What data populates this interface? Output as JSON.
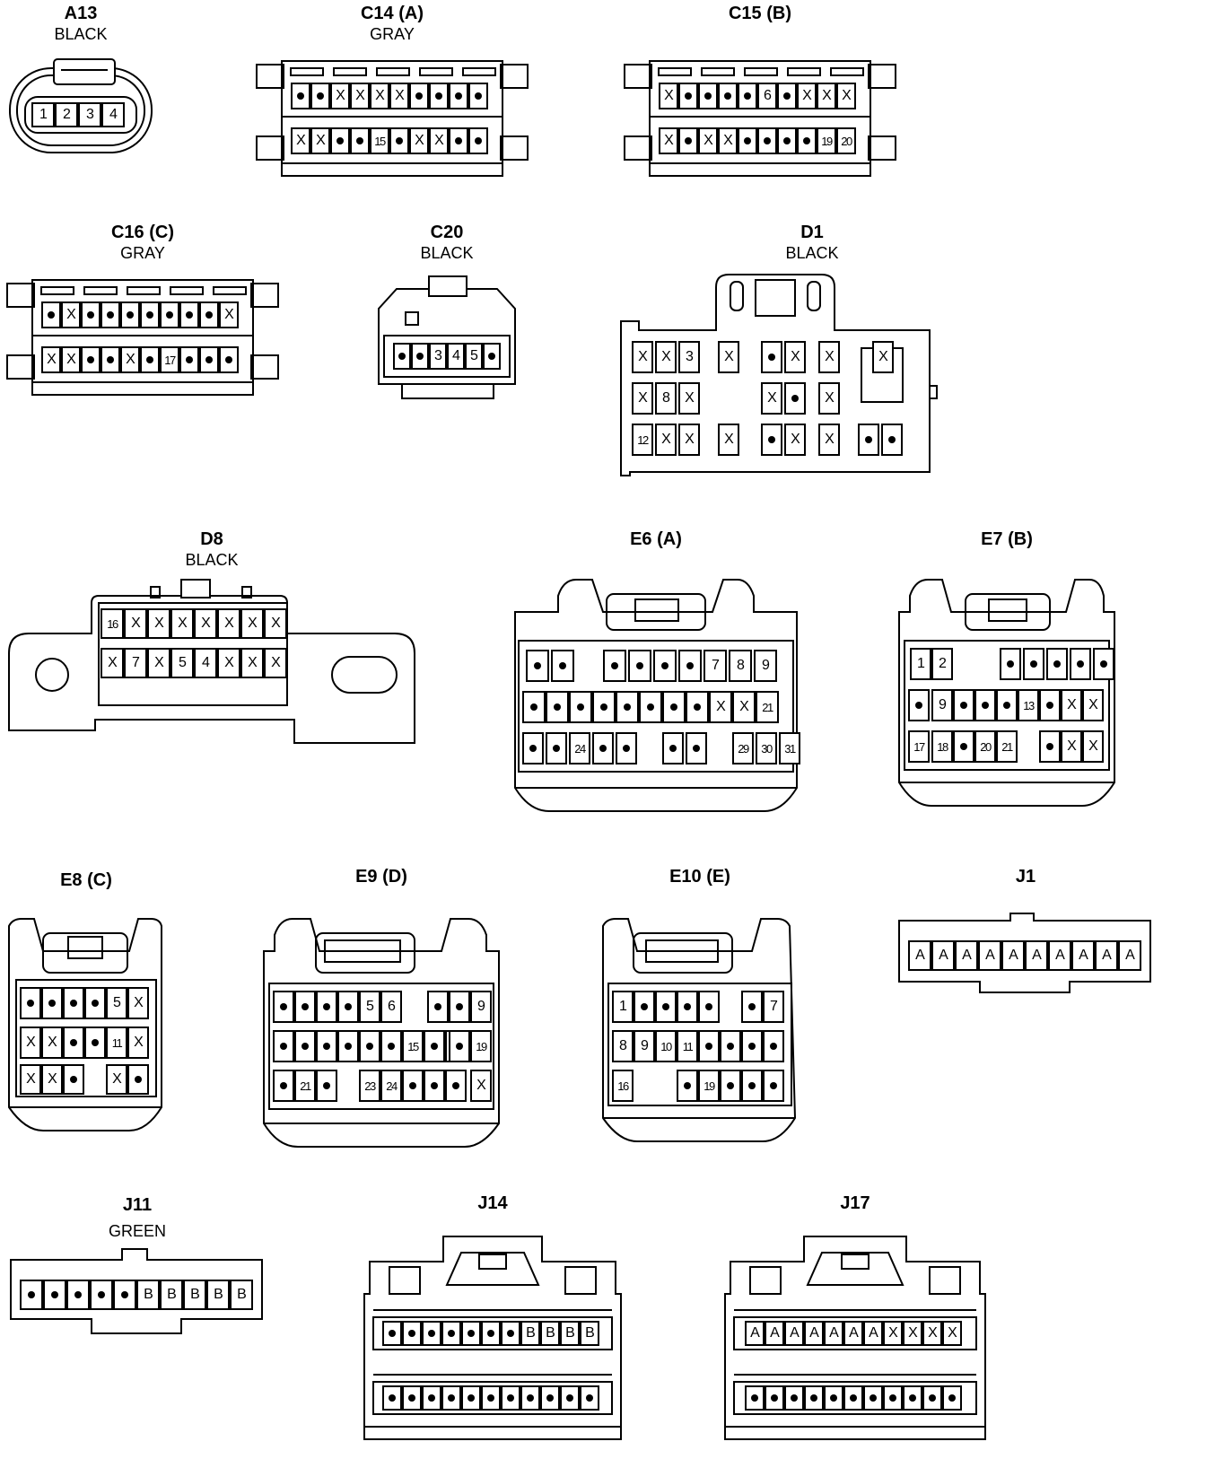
{
  "connectors": [
    {
      "id": "a13",
      "title": "A13",
      "color": "BLACK",
      "rows": [
        [
          "1",
          "2",
          "3",
          "4"
        ]
      ]
    },
    {
      "id": "c14",
      "title": "C14 (A)",
      "color": "GRAY",
      "rows": [
        [
          "•",
          "•",
          "X",
          "X",
          "X",
          "X",
          "•",
          "•",
          "•",
          "•"
        ],
        [
          "X",
          "X",
          "•",
          "•",
          "15",
          "•",
          "X",
          "X",
          "•",
          "•"
        ]
      ]
    },
    {
      "id": "c15",
      "title": "C15 (B)",
      "color": "",
      "rows": [
        [
          "X",
          "•",
          "•",
          "•",
          "•",
          "6",
          "•",
          "X",
          "X",
          "X"
        ],
        [
          "X",
          "•",
          "X",
          "X",
          "•",
          "•",
          "•",
          "•",
          "19",
          "20"
        ]
      ]
    },
    {
      "id": "c16",
      "title": "C16 (C)",
      "color": "GRAY",
      "rows": [
        [
          "•",
          "X",
          "•",
          "•",
          "•",
          "•",
          "•",
          "•",
          "•",
          "X"
        ],
        [
          "X",
          "X",
          "•",
          "•",
          "X",
          "•",
          "17",
          "•",
          "•",
          "•"
        ]
      ]
    },
    {
      "id": "c20",
      "title": "C20",
      "color": "BLACK",
      "rows": [
        [
          "•",
          "•",
          "3",
          "4",
          "5",
          "•"
        ]
      ]
    },
    {
      "id": "d1",
      "title": "D1",
      "color": "BLACK",
      "rows": [
        [
          "X",
          "X",
          "3",
          "X",
          "•",
          "X",
          "X",
          "X"
        ],
        [
          "X",
          "8",
          "X",
          "X",
          "•",
          "X"
        ],
        [
          "12",
          "X",
          "X",
          "X",
          "•",
          "X",
          "X",
          "•",
          "•"
        ]
      ]
    },
    {
      "id": "d8",
      "title": "D8",
      "color": "BLACK",
      "rows": [
        [
          "16",
          "X",
          "X",
          "X",
          "X",
          "X",
          "X",
          "X"
        ],
        [
          "X",
          "7",
          "X",
          "5",
          "4",
          "X",
          "X",
          "X"
        ]
      ]
    },
    {
      "id": "e6",
      "title": "E6 (A)",
      "color": "",
      "rows": [
        [
          "•",
          "•",
          "",
          "•",
          "•",
          "•",
          "•",
          "7",
          "8",
          "9"
        ],
        [
          "•",
          "•",
          "•",
          "•",
          "•",
          "•",
          "•",
          "•",
          "X",
          "X",
          "21"
        ],
        [
          "•",
          "•",
          "24",
          "•",
          "•",
          "",
          "•",
          "•",
          "",
          "29",
          "30",
          "31"
        ]
      ]
    },
    {
      "id": "e7",
      "title": "E7 (B)",
      "color": "",
      "rows": [
        [
          "1",
          "2",
          "",
          "•",
          "•",
          "•",
          "•",
          "•"
        ],
        [
          "•",
          "9",
          "•",
          "•",
          "•",
          "13",
          "•",
          "X",
          "X"
        ],
        [
          "17",
          "18",
          "•",
          "20",
          "21",
          "",
          "•",
          "X",
          "X"
        ]
      ]
    },
    {
      "id": "e8",
      "title": "E8 (C)",
      "color": "",
      "rows": [
        [
          "•",
          "•",
          "•",
          "•",
          "5",
          "X"
        ],
        [
          "X",
          "X",
          "•",
          "•",
          "11",
          "X"
        ],
        [
          "X",
          "X",
          "•",
          "",
          "X",
          "•"
        ]
      ]
    },
    {
      "id": "e9",
      "title": "E9 (D)",
      "color": "",
      "rows": [
        [
          "•",
          "•",
          "•",
          "•",
          "5",
          "6",
          "",
          "•",
          "•",
          "9"
        ],
        [
          "•",
          "•",
          "•",
          "•",
          "•",
          "•",
          "15",
          "•",
          "•",
          "•",
          "19"
        ],
        [
          "•",
          "21",
          "•",
          "",
          "23",
          "24",
          "•",
          "•",
          "•",
          "X"
        ]
      ]
    },
    {
      "id": "e10",
      "title": "E10 (E)",
      "color": "",
      "rows": [
        [
          "1",
          "•",
          "•",
          "•",
          "•",
          "",
          "•",
          "7"
        ],
        [
          "8",
          "9",
          "10",
          "11",
          "•",
          "•",
          "•",
          "•"
        ],
        [
          "16",
          "",
          "•",
          "19",
          "•",
          "•",
          "•"
        ]
      ]
    },
    {
      "id": "j1",
      "title": "J1",
      "color": "",
      "rows": [
        [
          "A",
          "A",
          "A",
          "A",
          "A",
          "A",
          "A",
          "A",
          "A",
          "A"
        ]
      ]
    },
    {
      "id": "j11",
      "title": "J11",
      "color": "GREEN",
      "rows": [
        [
          "•",
          "•",
          "•",
          "•",
          "•",
          "B",
          "B",
          "B",
          "B",
          "B"
        ]
      ]
    },
    {
      "id": "j14",
      "title": "J14",
      "color": "",
      "rows": [
        [
          "•",
          "•",
          "•",
          "•",
          "•",
          "•",
          "•",
          "B",
          "B",
          "B",
          "B"
        ],
        [
          "•",
          "•",
          "•",
          "•",
          "•",
          "•",
          "•",
          "•",
          "•",
          "•",
          "•"
        ]
      ]
    },
    {
      "id": "j17",
      "title": "J17",
      "color": "",
      "rows": [
        [
          "A",
          "A",
          "A",
          "A",
          "A",
          "A",
          "A",
          "X",
          "X",
          "X",
          "X"
        ],
        [
          "•",
          "•",
          "•",
          "•",
          "•",
          "•",
          "•",
          "•",
          "•",
          "•",
          "•"
        ]
      ]
    }
  ]
}
